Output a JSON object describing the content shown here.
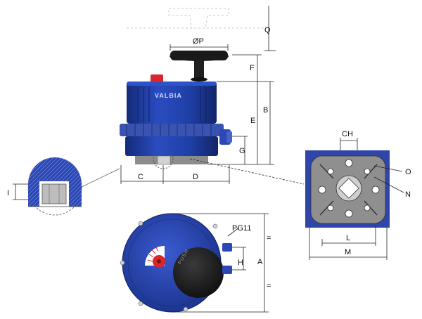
{
  "brand": "VALBIA",
  "knob_text": "PUSH",
  "dimensions": {
    "Q": "Q",
    "P": "ØP",
    "F": "F",
    "B": "B",
    "E": "E",
    "G": "G",
    "C": "C",
    "D": "D",
    "I": "I",
    "CH": "CH",
    "O": "O",
    "N": "N",
    "L": "L",
    "M": "M",
    "PG11": "PG11",
    "H": "H",
    "A": "A",
    "eq_top": "=",
    "eq_bottom": "="
  },
  "colors": {
    "actuator_blue": "#1f3fa6",
    "actuator_dark": "#142b78",
    "flange_blue": "#3a53b0",
    "handwheel": "#1a1a1a",
    "indicator_red": "#d8262b",
    "base_grey": "#8c8c8c"
  }
}
